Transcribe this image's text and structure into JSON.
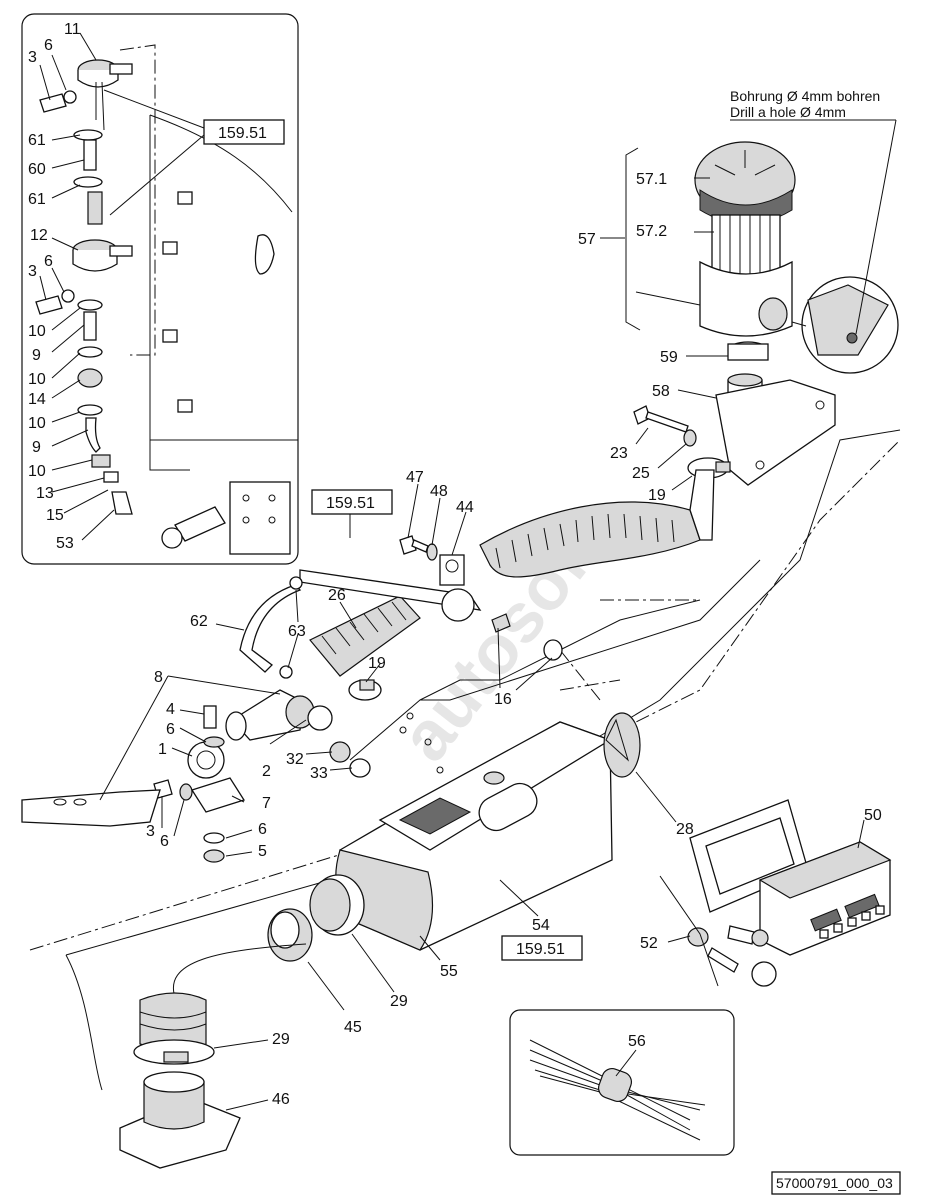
{
  "diagram": {
    "drill_note": {
      "line1": "Bohrung Ø 4mm bohren",
      "line2": "Drill a hole Ø 4mm"
    },
    "reference_boxes": [
      "159.51",
      "159.51",
      "159.51"
    ],
    "drawing_number": "57000791_000_03",
    "watermark": "autosoft",
    "inset_labels": [
      "11",
      "3",
      "6",
      "61",
      "60",
      "61",
      "12",
      "3",
      "6",
      "10",
      "9",
      "10",
      "14",
      "10",
      "9",
      "10",
      "13",
      "15",
      "53"
    ],
    "main_labels": [
      "57.1",
      "57.2",
      "57",
      "59",
      "58",
      "23",
      "25",
      "19",
      "26",
      "47",
      "48",
      "44",
      "26",
      "63",
      "62",
      "19",
      "16",
      "8",
      "4",
      "6",
      "1",
      "2",
      "32",
      "33",
      "7",
      "3",
      "6",
      "6",
      "5",
      "28",
      "50",
      "52",
      "54",
      "55",
      "29",
      "45",
      "29",
      "46",
      "56"
    ]
  }
}
